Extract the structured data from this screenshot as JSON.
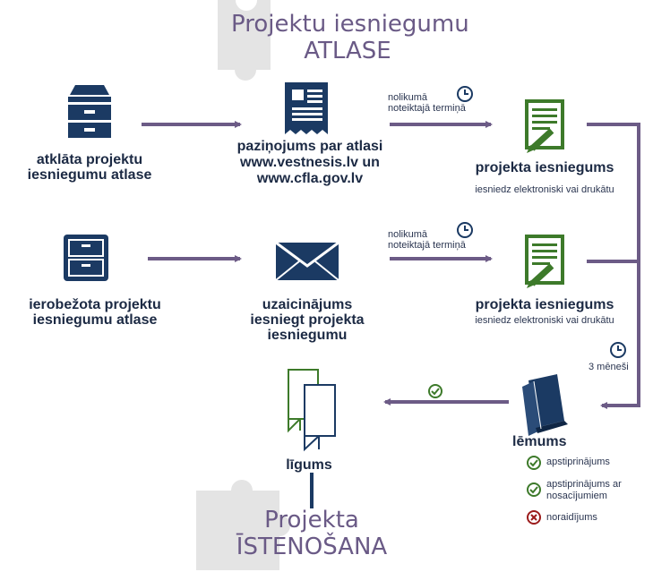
{
  "header": {
    "title_line1": "Projektu iesniegumu",
    "title_line2": "ATLASE"
  },
  "footer": {
    "title_line1": "Projekta",
    "title_line2": "ĪSTENOŠANA"
  },
  "row1": {
    "source_line1": "atklāta projektu",
    "source_line2": "iesniegumu atlase",
    "notice_line1": "paziņojums par atlasi",
    "notice_line2": "www.vestnesis.lv un",
    "notice_line3": "www.cfla.gov.lv",
    "deadline_line1": "nolikumā",
    "deadline_line2": "noteiktajā termiņā",
    "application_title": "projekta iesniegums",
    "application_note": "iesniedz elektroniski vai drukātu"
  },
  "row2": {
    "source_line1": "ierobežota projektu",
    "source_line2": "iesniegumu atlase",
    "invite_line1": "uzaicinājums",
    "invite_line2": "iesniegt projekta",
    "invite_line3": "iesniegumu",
    "deadline_line1": "nolikumā",
    "deadline_line2": "noteiktajā termiņā",
    "application_title": "projekta iesniegums",
    "application_note": "iesniedz elektroniski vai drukātu"
  },
  "decision": {
    "period": "3 mēneši",
    "title": "lēmums",
    "outcomes": [
      {
        "line1": "apstiprinājums",
        "line2": ""
      },
      {
        "line1": "apstiprinājums ar",
        "line2": "nosacījumiem"
      },
      {
        "line1": "noraidījums",
        "line2": ""
      }
    ]
  },
  "contract": {
    "title": "līgums"
  },
  "colors": {
    "navy": "#1b3a63",
    "arrow": "#6c5b86",
    "green": "#3d7a2a",
    "red": "#9b1b1b",
    "puzzle": "#e4e4e4",
    "title": "#6a5a86"
  }
}
